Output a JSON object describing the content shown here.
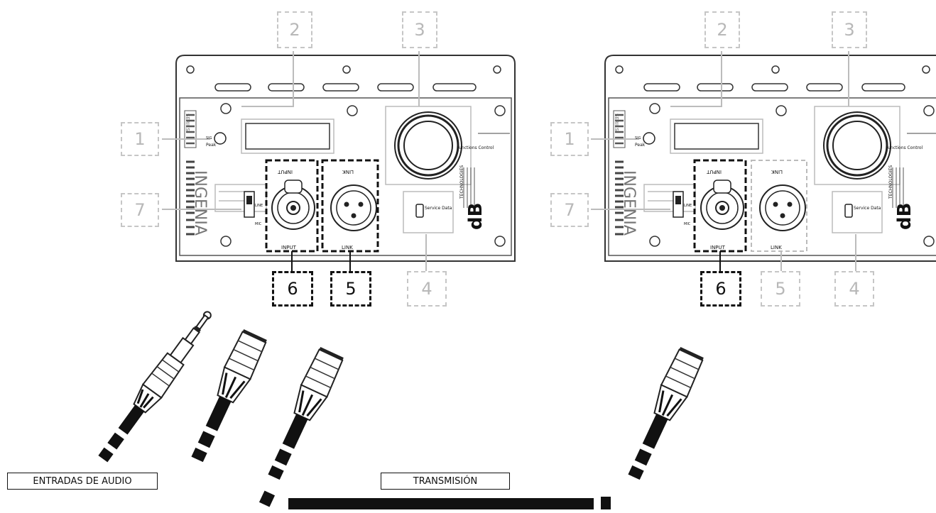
{
  "callouts": {
    "n1": "1",
    "n2": "2",
    "n3": "3",
    "n4": "4",
    "n5": "5",
    "n6": "6",
    "n7": "7"
  },
  "panel": {
    "input_top": "INPUT",
    "input_bottom": "INPUT",
    "link_top": "LINK",
    "link_bottom": "LINK",
    "line": "LINE",
    "mic": "MIC",
    "sig": "SIG",
    "peak": "Peak",
    "functions_control": "Functions Control",
    "service_data": "Service Data",
    "brand": "INGENIA",
    "series": "SERIES",
    "db_logo": "dB",
    "technologies": "TECHNOLOGIES"
  },
  "labels": {
    "entradas": "ENTRADAS DE AUDIO",
    "transmision": "TRANSMISIÓN"
  },
  "icons": {
    "jack": "trs-jack-plug-icon",
    "xlr": "xlr-connector-icon",
    "knob": "rotary-knob-icon"
  }
}
